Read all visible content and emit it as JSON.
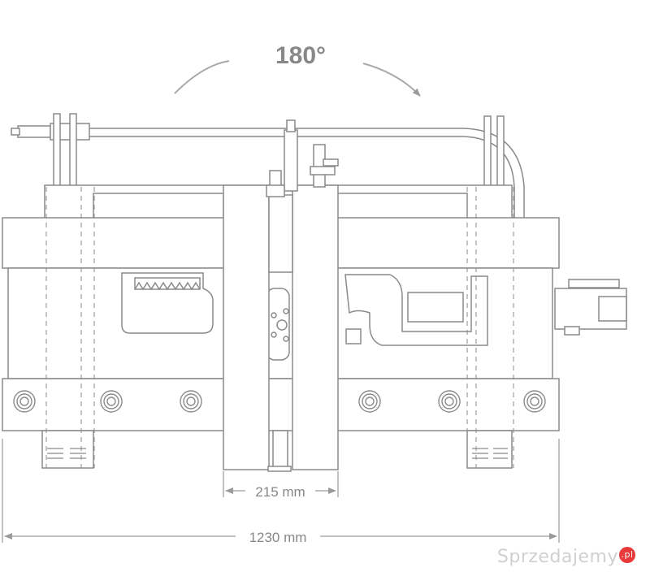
{
  "rotation_label": "180°",
  "dim_inner_label": "215 mm",
  "dim_outer_label": "1230 mm",
  "watermark": {
    "text": "Sprzedajemy",
    "badge": ".pl"
  },
  "colors": {
    "stroke": "#8a8a8a",
    "dim": "#9a9a9a",
    "text": "#8c8c8c",
    "fill": "#ffffff"
  }
}
